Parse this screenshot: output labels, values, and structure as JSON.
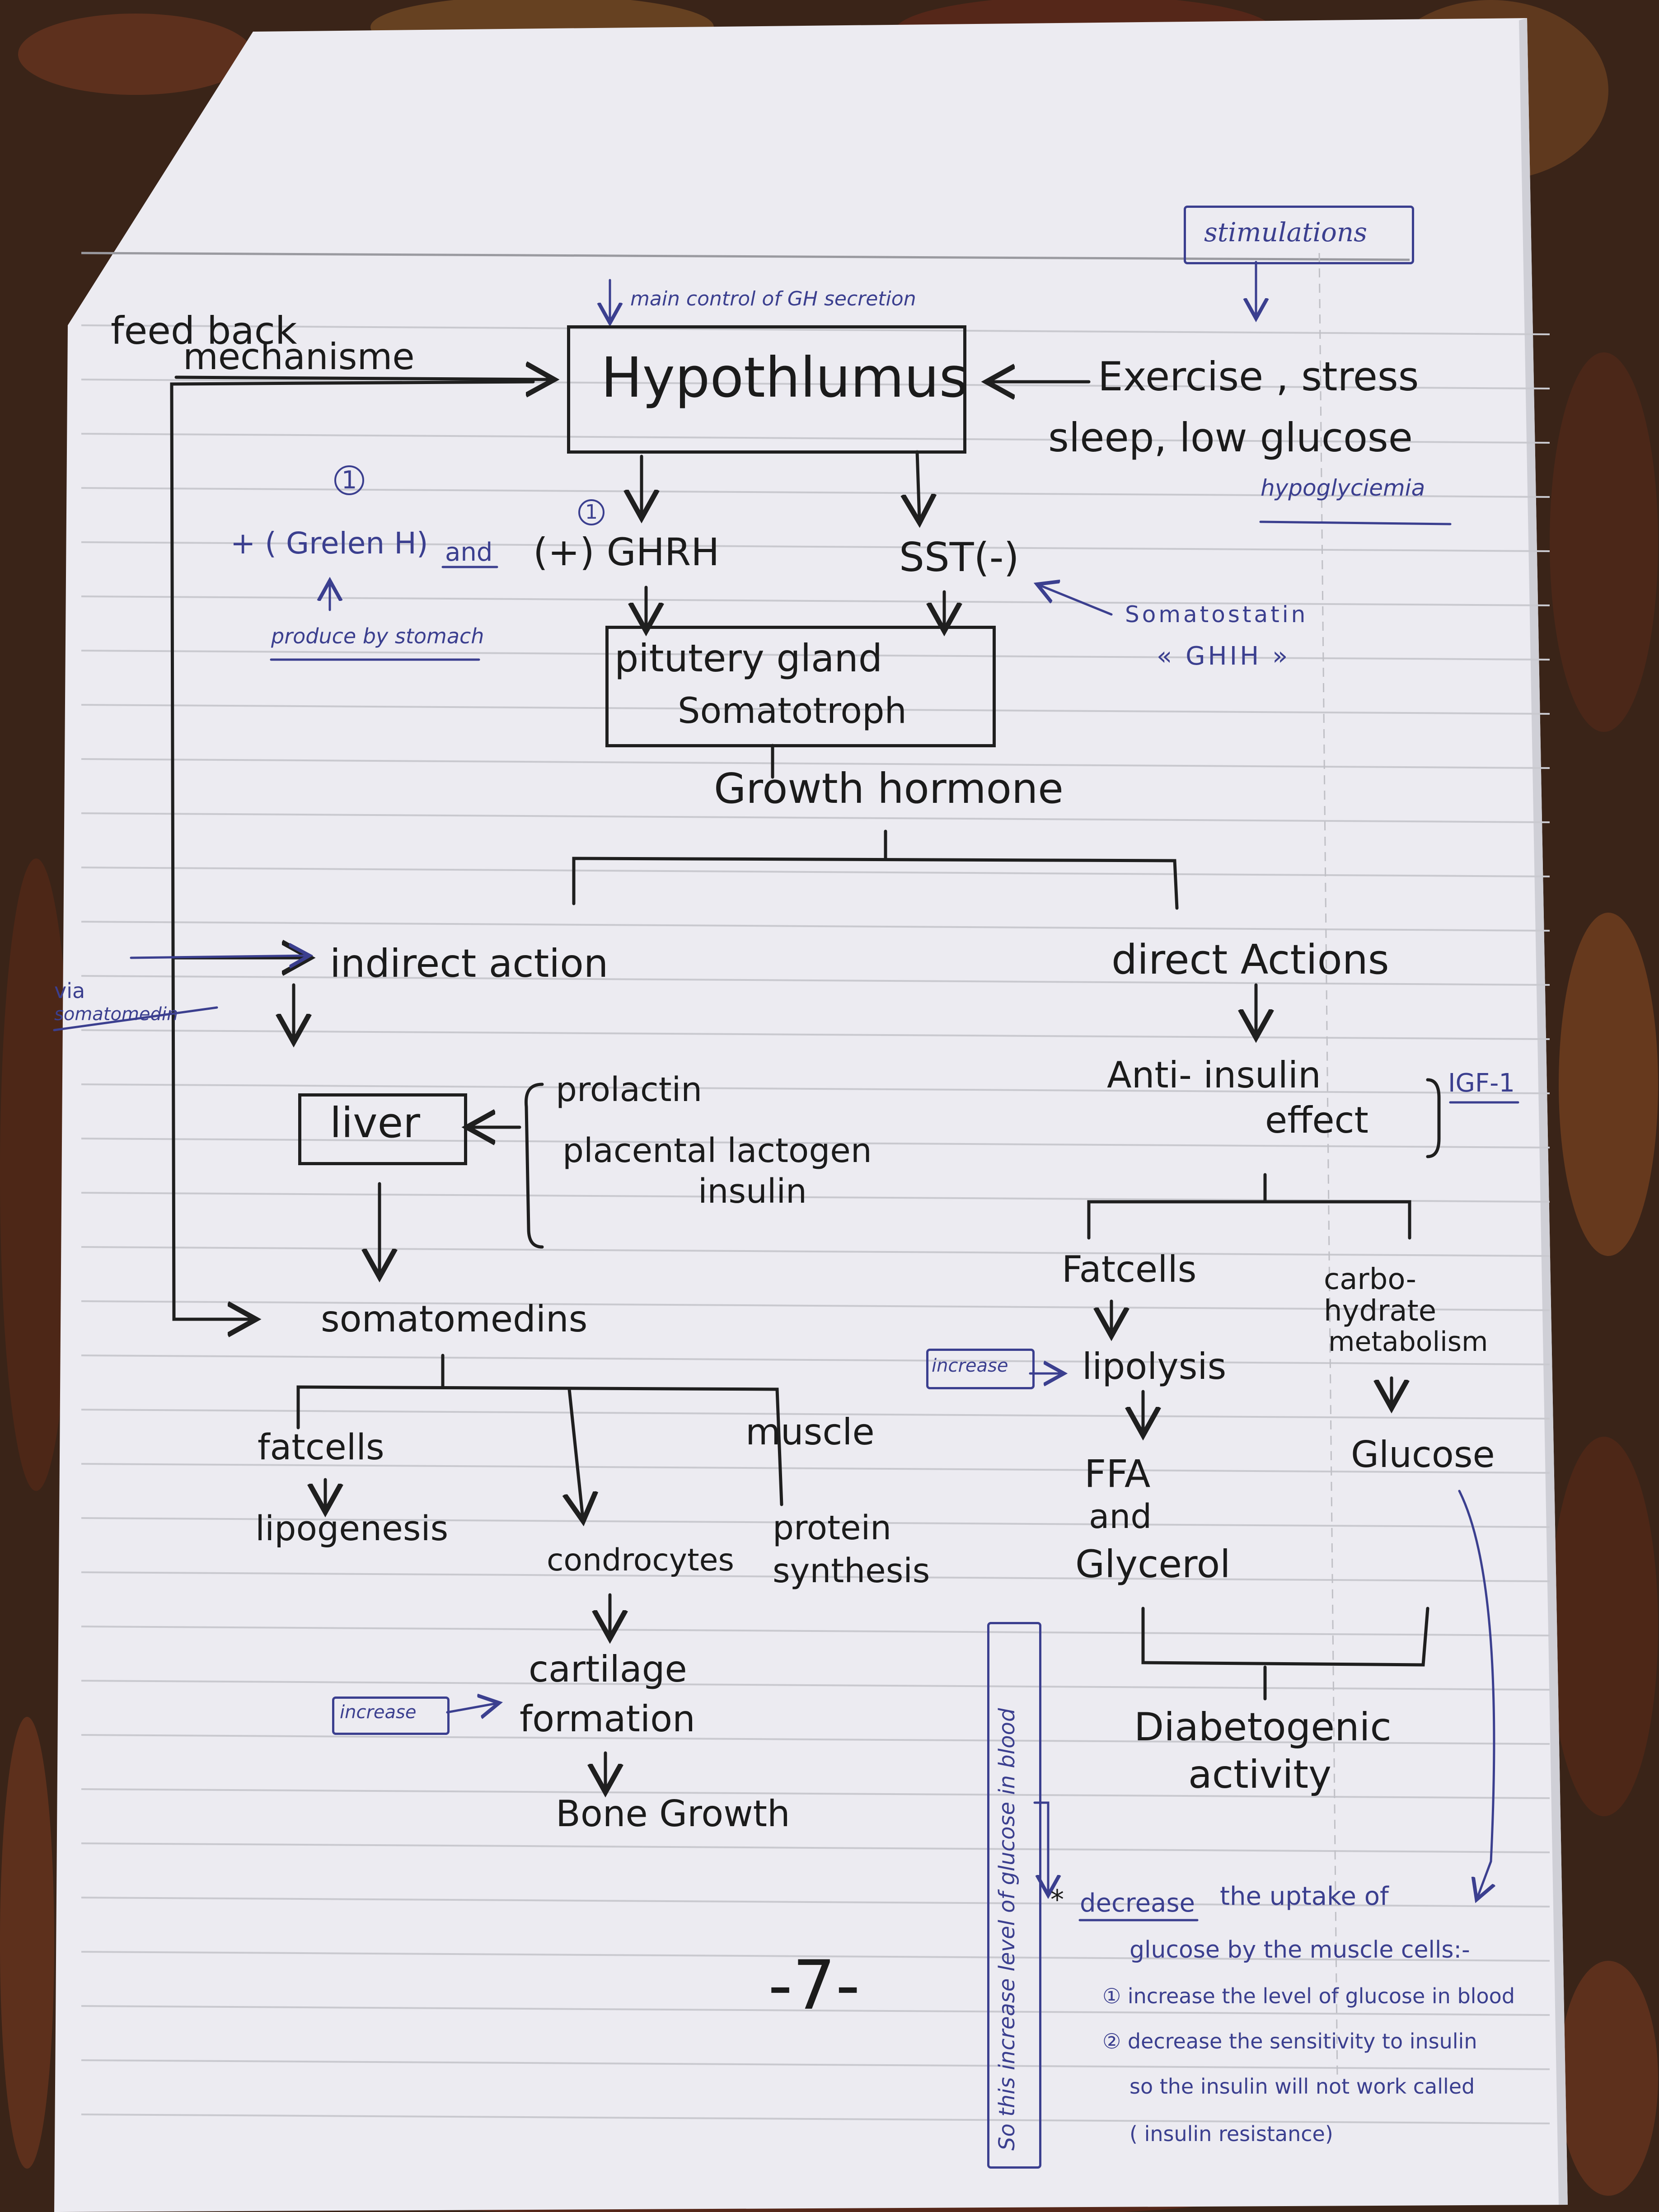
{
  "notes": {
    "stimulations": "stimulations",
    "main_control": "main control of GH secretion",
    "feedback": "feed back",
    "mechanism": "mechanisme",
    "hypothalamus": "Hypothlumus",
    "stimuli_line1": "Exercise , stress",
    "stimuli_line2": "sleep, low glucose",
    "hypoglycemia": "hypoglyciemia",
    "circle1a": "1",
    "circle1b": "1",
    "ghrelin": "+ ( Grelen H)",
    "and": "and",
    "ghrh": "(+) GHRH",
    "produced_by": "produce by stomach",
    "sst": "SST(-)",
    "somatostatin": "Somatostatin",
    "ghih": "« GHIH »",
    "pituitary1": "pitutery gland",
    "pituitary2": "Somatotroph",
    "growth_hormone": "Growth hormone",
    "indirect": "indirect action",
    "via": "via",
    "via_somatomedin": "somatomedin",
    "direct": "direct Actions",
    "liver": "liver",
    "prolactin": "prolactin",
    "placental": "placental lactogen",
    "insulin": "insulin",
    "anti1": "Anti- insulin",
    "anti2": "effect",
    "igf": "IGF-1",
    "somatomedins": "somatomedins",
    "fatcells_r": "Fatcells",
    "carbo1": "carbo-",
    "carbo2": "hydrate",
    "carbo3": "metabolism",
    "increase1": "increase",
    "lipolysis": "lipolysis",
    "fatcells_l": "fatcells",
    "lipogenesis": "lipogenesis",
    "muscle": "muscle",
    "chondrocytes": "condrocytes",
    "protein1": "protein",
    "protein2": "synthesis",
    "ffa": "FFA",
    "ffa_and": "and",
    "glycerol": "Glycerol",
    "glucose": "Glucose",
    "cartilage1": "cartilage",
    "cartilage2": "formation",
    "increase2": "increase",
    "bone": "Bone Growth",
    "diab1": "Diabetogenic",
    "diab2": "activity",
    "vertical": "So this increase level of glucose in blood",
    "page_number": "-7-",
    "n1a": "decrease",
    "n1b": "the uptake of",
    "n2": "glucose by the muscle cells:-",
    "n3": "① increase the level of glucose in blood",
    "n4": "② decrease the sensitivity to insulin",
    "n5": "so the insulin will not work called",
    "n6": "( insulin resistance)"
  }
}
